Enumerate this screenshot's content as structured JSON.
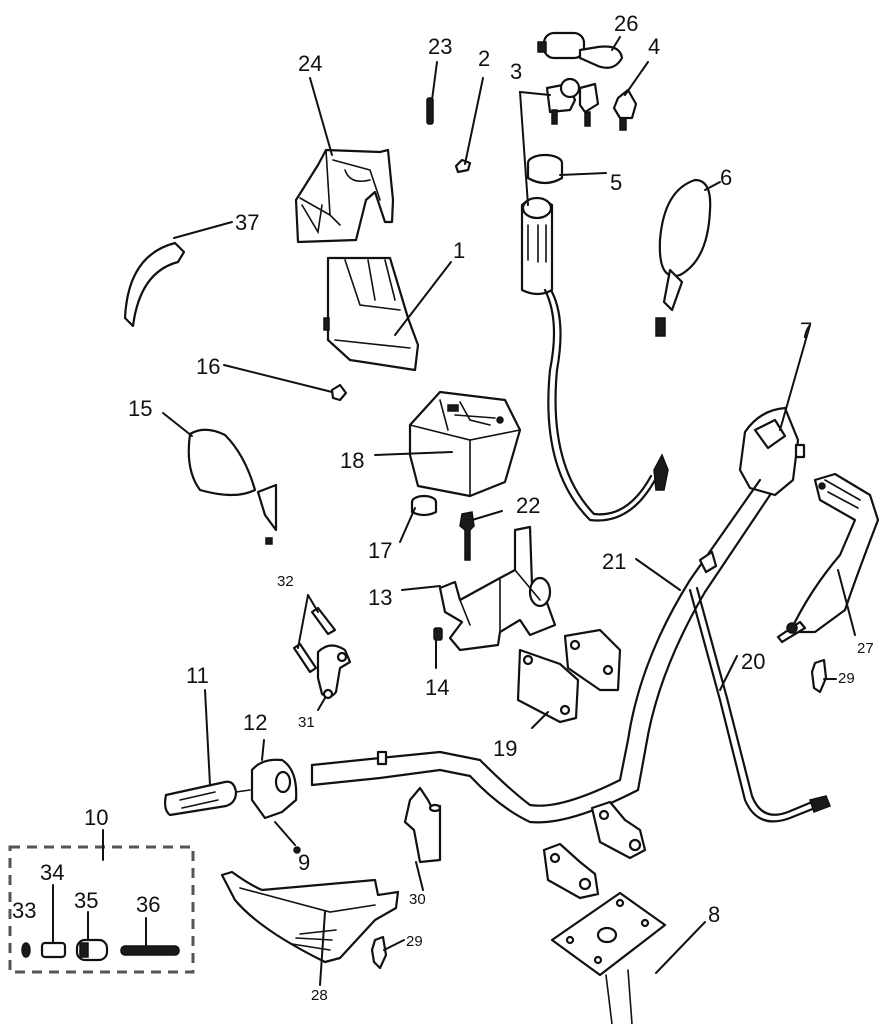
{
  "diagram": {
    "title": "Handlebar / Steering Assembly Exploded View",
    "colors": {
      "ink": "#111111",
      "background": "#ffffff",
      "kit_outline": "#555555"
    },
    "callouts": [
      {
        "id": "c1",
        "label": "1",
        "part": "front-cover-lower"
      },
      {
        "id": "c2",
        "label": "2",
        "part": "clip-nut"
      },
      {
        "id": "c3",
        "label": "3",
        "part": "ignition-switch-key-set"
      },
      {
        "id": "c4",
        "label": "4",
        "part": "key"
      },
      {
        "id": "c5",
        "label": "5",
        "part": "switch-cap"
      },
      {
        "id": "c6",
        "label": "6",
        "part": "right-mirror"
      },
      {
        "id": "c7",
        "label": "7",
        "part": "right-switch-housing"
      },
      {
        "id": "c8",
        "label": "8",
        "part": "steering-column-plate"
      },
      {
        "id": "c9",
        "label": "9",
        "part": "screw"
      },
      {
        "id": "c10",
        "label": "10",
        "part": "bar-end-kit"
      },
      {
        "id": "c11",
        "label": "11",
        "part": "left-grip"
      },
      {
        "id": "c12",
        "label": "12",
        "part": "left-switch-housing"
      },
      {
        "id": "c13",
        "label": "13",
        "part": "meter-bracket"
      },
      {
        "id": "c14",
        "label": "14",
        "part": "nut"
      },
      {
        "id": "c15",
        "label": "15",
        "part": "left-mirror"
      },
      {
        "id": "c16",
        "label": "16",
        "part": "bolt"
      },
      {
        "id": "c17",
        "label": "17",
        "part": "rubber-cushion"
      },
      {
        "id": "c18",
        "label": "18",
        "part": "speedometer"
      },
      {
        "id": "c19",
        "label": "19",
        "part": "handlebar-clamp-upper"
      },
      {
        "id": "c20",
        "label": "20",
        "part": "throttle-cable"
      },
      {
        "id": "c21",
        "label": "21",
        "part": "handlebar"
      },
      {
        "id": "c22",
        "label": "22",
        "part": "bolt-washer"
      },
      {
        "id": "c23",
        "label": "23",
        "part": "screw-small"
      },
      {
        "id": "c24",
        "label": "24",
        "part": "front-cover-upper"
      },
      {
        "id": "c26",
        "label": "26",
        "part": "switch-boot"
      },
      {
        "id": "c27",
        "label": "27",
        "part": "left-hand-guard"
      },
      {
        "id": "c28",
        "label": "28",
        "part": "right-hand-guard"
      },
      {
        "id": "c29a",
        "label": "29",
        "part": "hand-guard-clip-right"
      },
      {
        "id": "c29b",
        "label": "29",
        "part": "hand-guard-clip-left"
      },
      {
        "id": "c30",
        "label": "30",
        "part": "hand-guard-mount"
      },
      {
        "id": "c31",
        "label": "31",
        "part": "lever-bracket"
      },
      {
        "id": "c32",
        "label": "32",
        "part": "bracket-bolts"
      },
      {
        "id": "c33",
        "label": "33",
        "part": "kit-nut"
      },
      {
        "id": "c34",
        "label": "34",
        "part": "kit-spacer"
      },
      {
        "id": "c35",
        "label": "35",
        "part": "kit-weight"
      },
      {
        "id": "c36",
        "label": "36",
        "part": "kit-bolt"
      },
      {
        "id": "c37",
        "label": "37",
        "part": "trim-strip"
      }
    ]
  }
}
